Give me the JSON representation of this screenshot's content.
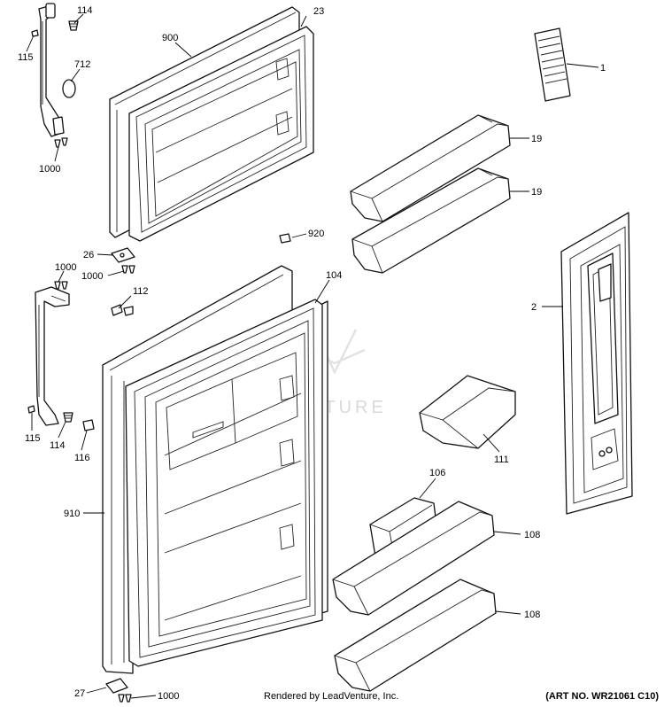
{
  "callouts": [
    {
      "id": "c114a",
      "text": "114"
    },
    {
      "id": "c115a",
      "text": "115"
    },
    {
      "id": "c712",
      "text": "712"
    },
    {
      "id": "c1000a",
      "text": "1000"
    },
    {
      "id": "c900",
      "text": "900"
    },
    {
      "id": "c23",
      "text": "23"
    },
    {
      "id": "c1",
      "text": "1"
    },
    {
      "id": "c19a",
      "text": "19"
    },
    {
      "id": "c19b",
      "text": "19"
    },
    {
      "id": "c920",
      "text": "920"
    },
    {
      "id": "c26",
      "text": "26"
    },
    {
      "id": "c1000b",
      "text": "1000"
    },
    {
      "id": "c1000c",
      "text": "1000"
    },
    {
      "id": "c112",
      "text": "112"
    },
    {
      "id": "c104",
      "text": "104"
    },
    {
      "id": "c2",
      "text": "2"
    },
    {
      "id": "c115b",
      "text": "115"
    },
    {
      "id": "c114b",
      "text": "114"
    },
    {
      "id": "c116",
      "text": "116"
    },
    {
      "id": "c111",
      "text": "111"
    },
    {
      "id": "c106",
      "text": "106"
    },
    {
      "id": "c910",
      "text": "910"
    },
    {
      "id": "c108a",
      "text": "108"
    },
    {
      "id": "c108b",
      "text": "108"
    },
    {
      "id": "c27",
      "text": "27"
    },
    {
      "id": "c1000d",
      "text": "1000"
    }
  ],
  "watermark": "LEADVENTURE",
  "footer": {
    "credit": "Rendered by LeadVenture, Inc.",
    "art_number": "(ART NO. WR21061 C10)"
  }
}
